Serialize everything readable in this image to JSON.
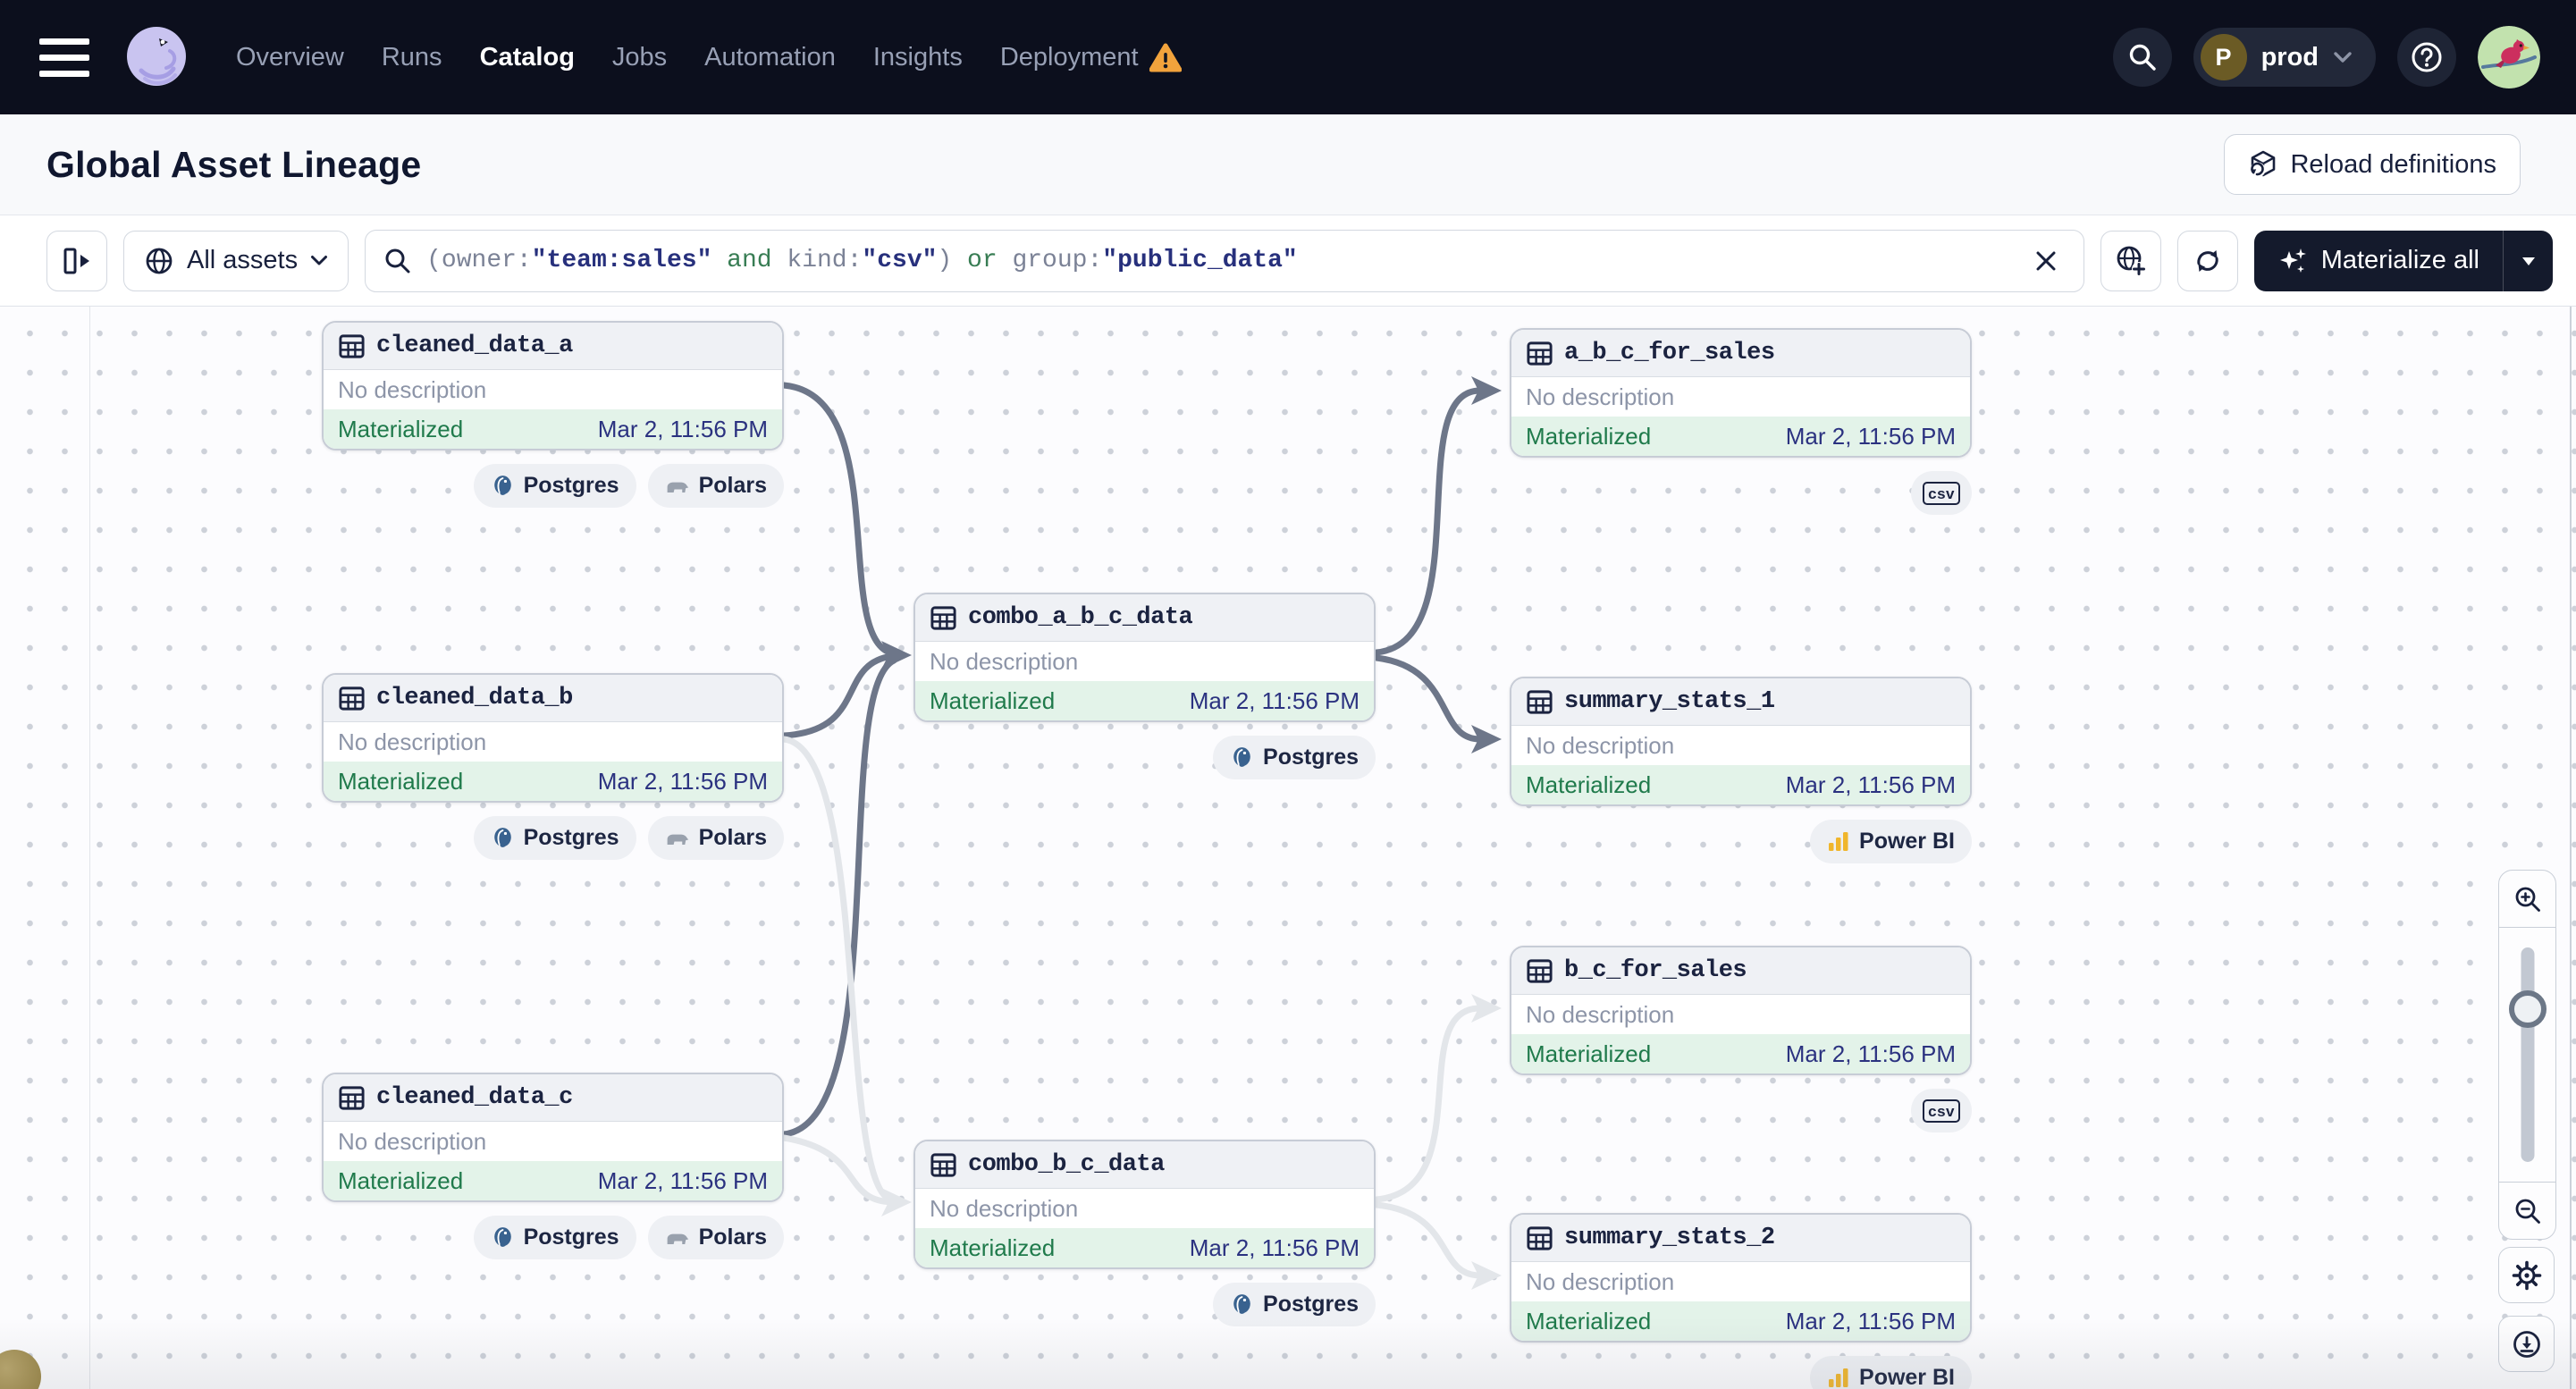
{
  "colors": {
    "navbar_bg": "#0c0f1d",
    "accent_dark": "#141a2c",
    "status_green_bg": "#e3f3e9",
    "status_green_text": "#1f7a4b",
    "timestamp_indigo": "#2b3280",
    "edge_dark": "#6d7689",
    "edge_light": "#e3e6ea",
    "warning_orange": "#f2a33c",
    "query_value": "#27307c",
    "query_operator": "#387d54"
  },
  "navbar": {
    "items": [
      {
        "label": "Overview"
      },
      {
        "label": "Runs"
      },
      {
        "label": "Catalog",
        "active": true
      },
      {
        "label": "Jobs"
      },
      {
        "label": "Automation"
      },
      {
        "label": "Insights"
      },
      {
        "label": "Deployment",
        "warning": true
      }
    ],
    "environment": {
      "initial": "P",
      "name": "prod"
    }
  },
  "header": {
    "title": "Global Asset Lineage",
    "reload_label": "Reload definitions"
  },
  "toolbar": {
    "scope_label": "All assets",
    "materialize_label": "Materialize all",
    "query_segments": [
      {
        "text": "(owner:",
        "kind": "plain"
      },
      {
        "text": "\"team:sales\"",
        "kind": "value"
      },
      {
        "text": " and ",
        "kind": "operator"
      },
      {
        "text": "kind:",
        "kind": "plain"
      },
      {
        "text": "\"csv\"",
        "kind": "value"
      },
      {
        "text": ")",
        "kind": "plain"
      },
      {
        "text": " or ",
        "kind": "operator"
      },
      {
        "text": "group:",
        "kind": "plain"
      },
      {
        "text": "\"public_data\"",
        "kind": "value"
      }
    ]
  },
  "graph": {
    "nodes": [
      {
        "name": "cleaned_data_a",
        "description": "No description",
        "status": "Materialized",
        "timestamp": "Mar 2, 11:56 PM",
        "badges": [
          "Postgres",
          "Polars"
        ]
      },
      {
        "name": "cleaned_data_b",
        "description": "No description",
        "status": "Materialized",
        "timestamp": "Mar 2, 11:56 PM",
        "badges": [
          "Postgres",
          "Polars"
        ]
      },
      {
        "name": "cleaned_data_c",
        "description": "No description",
        "status": "Materialized",
        "timestamp": "Mar 2, 11:56 PM",
        "badges": [
          "Postgres",
          "Polars"
        ]
      },
      {
        "name": "combo_a_b_c_data",
        "description": "No description",
        "status": "Materialized",
        "timestamp": "Mar 2, 11:56 PM",
        "badges": [
          "Postgres"
        ]
      },
      {
        "name": "combo_b_c_data",
        "description": "No description",
        "status": "Materialized",
        "timestamp": "Mar 2, 11:56 PM",
        "badges": [
          "Postgres"
        ]
      },
      {
        "name": "a_b_c_for_sales",
        "description": "No description",
        "status": "Materialized",
        "timestamp": "Mar 2, 11:56 PM",
        "badges": [
          "csv"
        ]
      },
      {
        "name": "summary_stats_1",
        "description": "No description",
        "status": "Materialized",
        "timestamp": "Mar 2, 11:56 PM",
        "badges": [
          "Power BI"
        ]
      },
      {
        "name": "b_c_for_sales",
        "description": "No description",
        "status": "Materialized",
        "timestamp": "Mar 2, 11:56 PM",
        "badges": [
          "csv"
        ]
      },
      {
        "name": "summary_stats_2",
        "description": "No description",
        "status": "Materialized",
        "timestamp": "Mar 2, 11:56 PM",
        "badges": [
          "Power BI"
        ]
      }
    ],
    "edges": [
      {
        "from": "cleaned_data_a",
        "to": "combo_a_b_c_data",
        "highlighted": true
      },
      {
        "from": "cleaned_data_b",
        "to": "combo_a_b_c_data",
        "highlighted": true
      },
      {
        "from": "cleaned_data_c",
        "to": "combo_a_b_c_data",
        "highlighted": true
      },
      {
        "from": "cleaned_data_b",
        "to": "combo_b_c_data",
        "highlighted": false
      },
      {
        "from": "cleaned_data_c",
        "to": "combo_b_c_data",
        "highlighted": false
      },
      {
        "from": "combo_a_b_c_data",
        "to": "a_b_c_for_sales",
        "highlighted": true
      },
      {
        "from": "combo_a_b_c_data",
        "to": "summary_stats_1",
        "highlighted": true
      },
      {
        "from": "combo_b_c_data",
        "to": "b_c_for_sales",
        "highlighted": false
      },
      {
        "from": "combo_b_c_data",
        "to": "summary_stats_2",
        "highlighted": false
      }
    ]
  }
}
